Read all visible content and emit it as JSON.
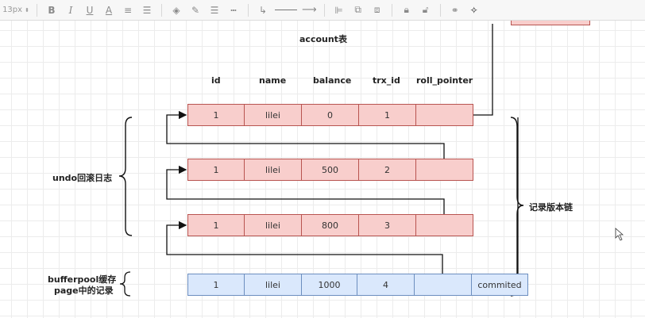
{
  "toolbar": {
    "font_size": "13px",
    "items": [
      {
        "name": "bold-button",
        "glyph": "B"
      },
      {
        "name": "italic-button",
        "glyph": "I"
      },
      {
        "name": "underline-button",
        "glyph": "U"
      },
      {
        "name": "font-color-button",
        "glyph": "A"
      },
      {
        "name": "align-button",
        "glyph": "≡"
      },
      {
        "name": "list-button",
        "glyph": "☰"
      }
    ]
  },
  "diagram": {
    "title": "account表",
    "columns": [
      "id",
      "name",
      "balance",
      "trx_id",
      "roll_pointer"
    ],
    "undo_rows": [
      {
        "id": "1",
        "name": "lilei",
        "balance": "0",
        "trx_id": "1"
      },
      {
        "id": "1",
        "name": "lilei",
        "balance": "500",
        "trx_id": "2"
      },
      {
        "id": "1",
        "name": "lilei",
        "balance": "800",
        "trx_id": "3"
      }
    ],
    "buffer_row": {
      "id": "1",
      "name": "lilei",
      "balance": "1000",
      "trx_id": "4",
      "status": "commited"
    },
    "labels": {
      "undo_log": "undo回滚日志",
      "version_chain": "记录版本链",
      "bufferpool_line1": "bufferpool缓存",
      "bufferpool_line2": "page中的记录"
    }
  },
  "colors": {
    "undo_fill": "#f8cecc",
    "undo_stroke": "#b85450",
    "buffer_fill": "#dae8fc",
    "buffer_stroke": "#6c8ebf"
  }
}
